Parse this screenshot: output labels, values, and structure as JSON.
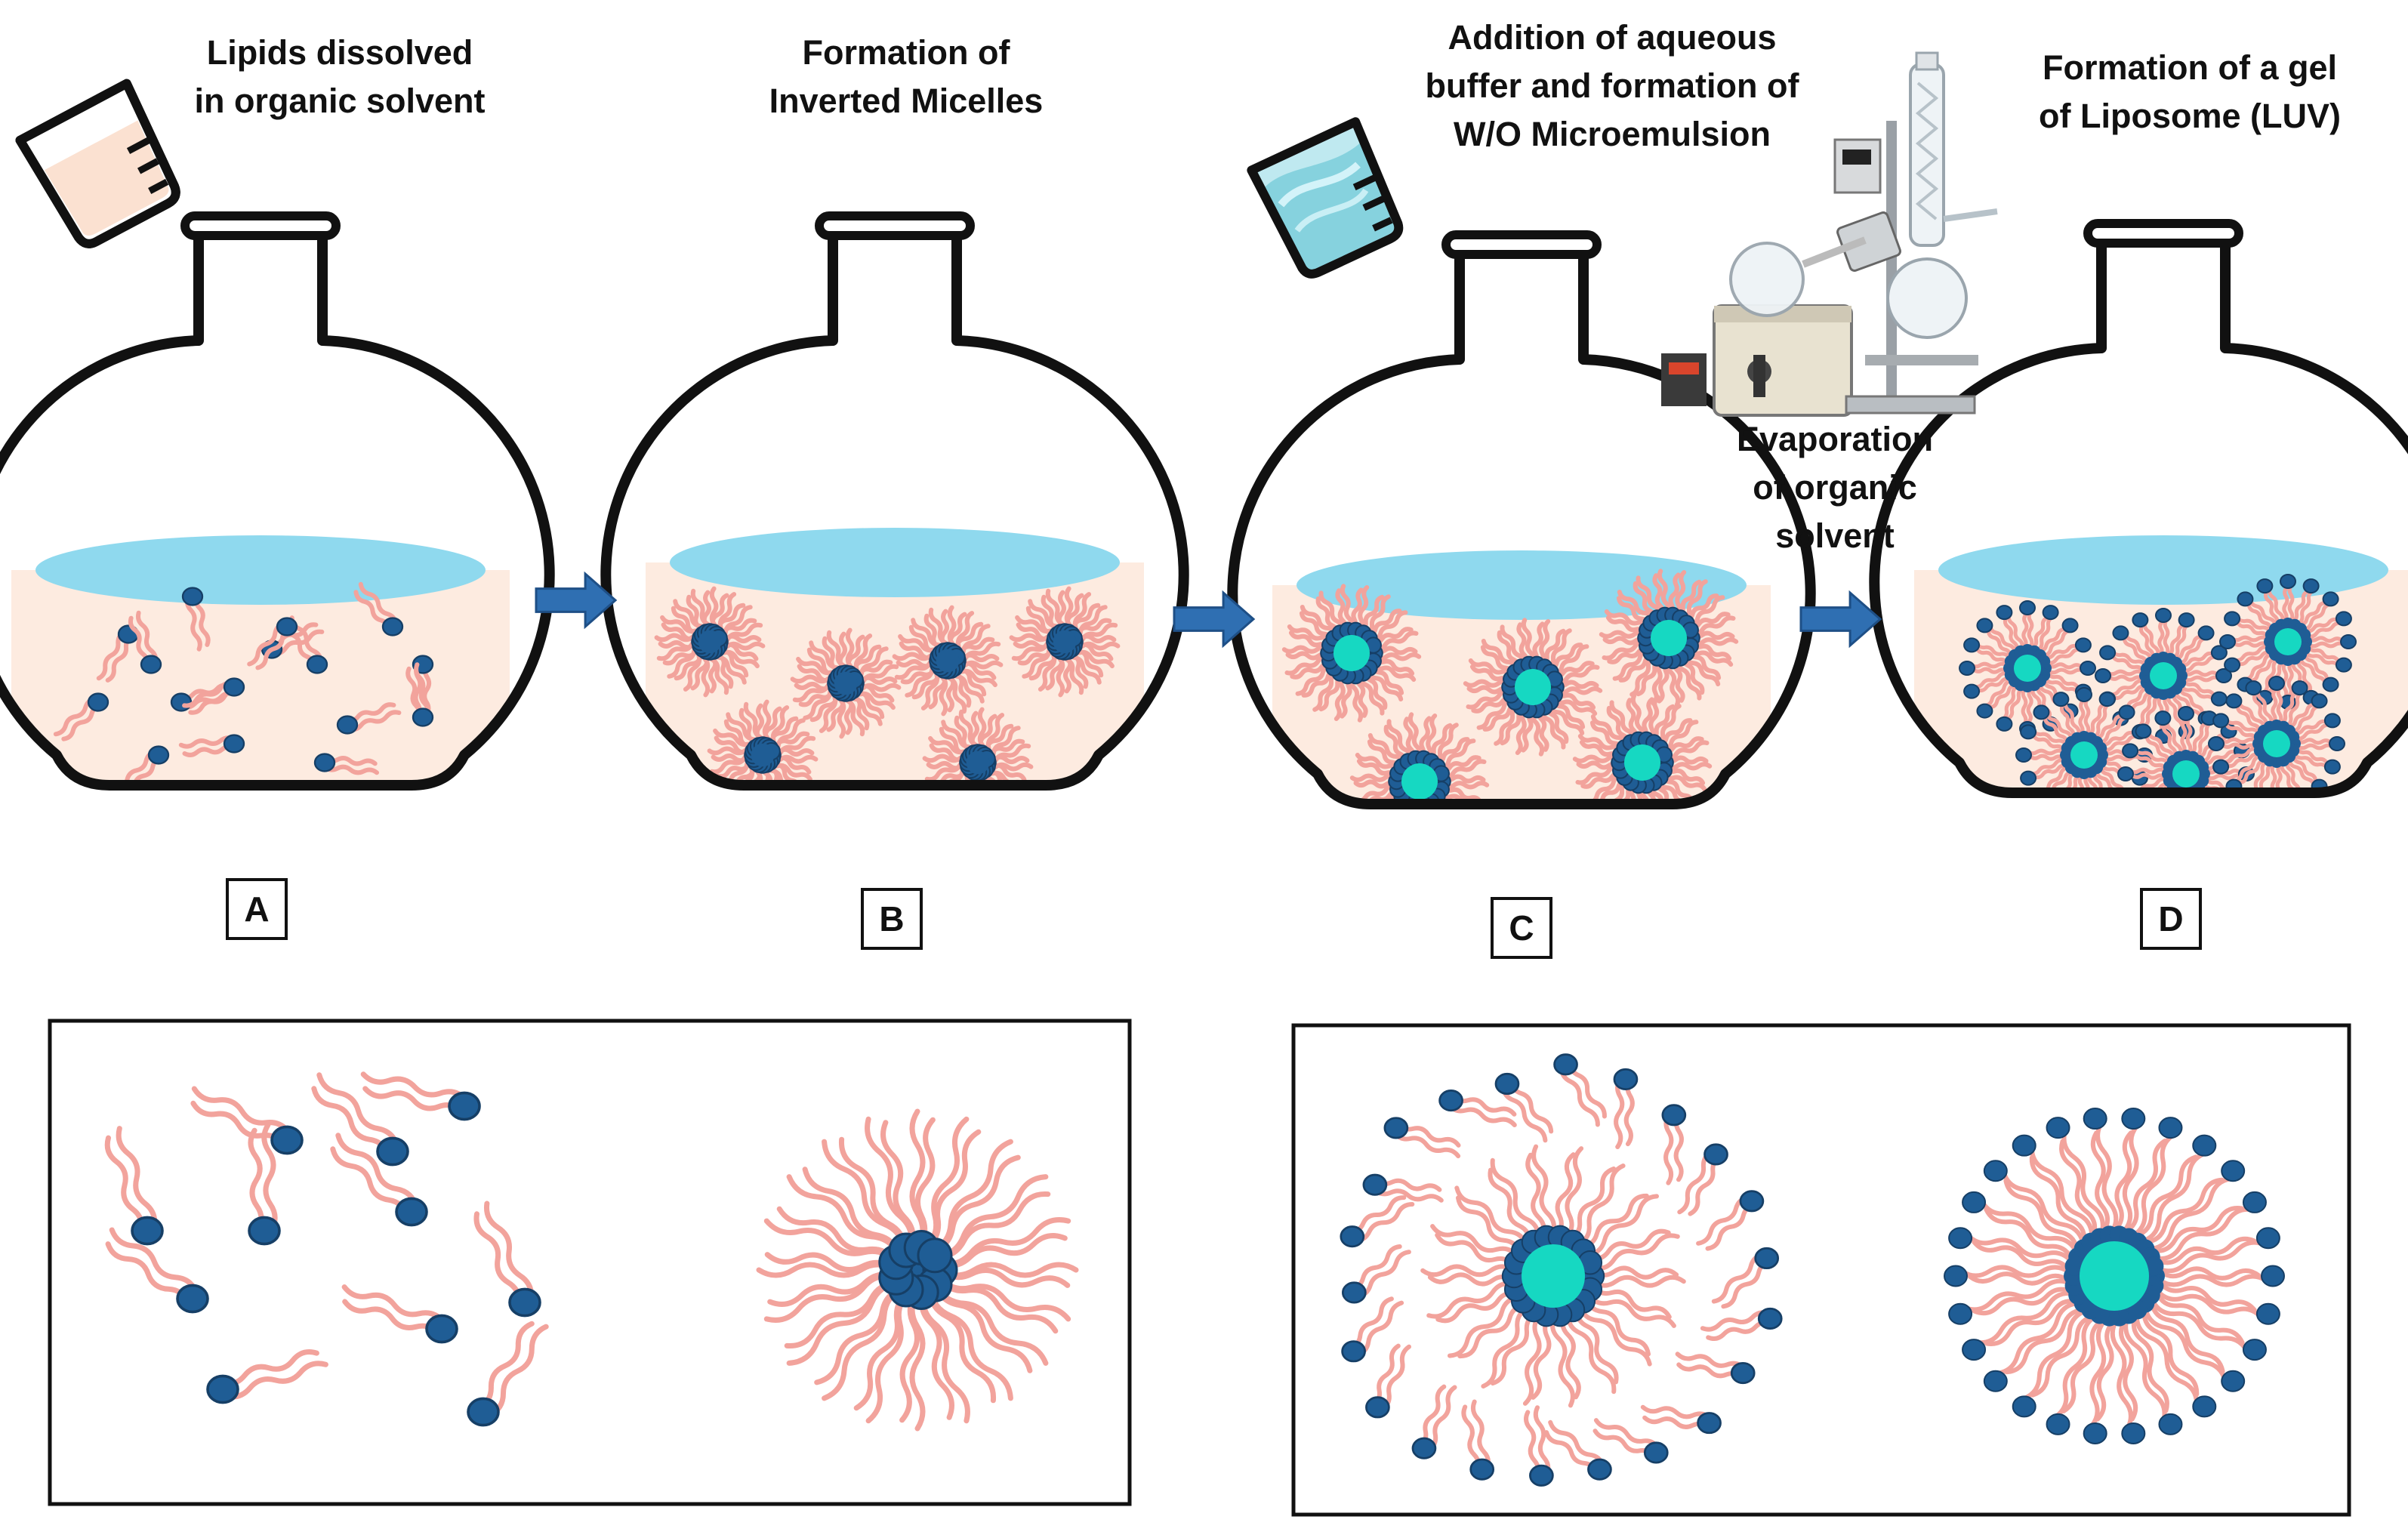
{
  "steps": [
    {
      "label": "A",
      "caption": [
        "Lipids dissolved",
        "in organic solvent"
      ]
    },
    {
      "label": "B",
      "caption": [
        "Formation of",
        "Inverted Micelles"
      ]
    },
    {
      "label": "C",
      "caption": [
        "Addition of aqueous",
        "buffer and formation of",
        "W/O  Microemulsion"
      ]
    },
    {
      "label": "D",
      "caption": [
        "Formation of a gel",
        "of Liposome (LUV)"
      ]
    }
  ],
  "evaporation_caption": [
    "Evaporation",
    "of organic",
    "solvent"
  ],
  "colors": {
    "liquid_surface": "#8fd9ee",
    "liquid_body": "#fdebe0",
    "lipid_tail": "#f2a39c",
    "lipid_head": "#1f5d95",
    "aqueous_core": "#16d8c2",
    "arrow": "#2f6fb2",
    "outline": "#111111"
  },
  "icons": [
    "beaker-organic-solvent-icon",
    "beaker-aqueous-buffer-icon",
    "rotary-evaporator-icon"
  ]
}
